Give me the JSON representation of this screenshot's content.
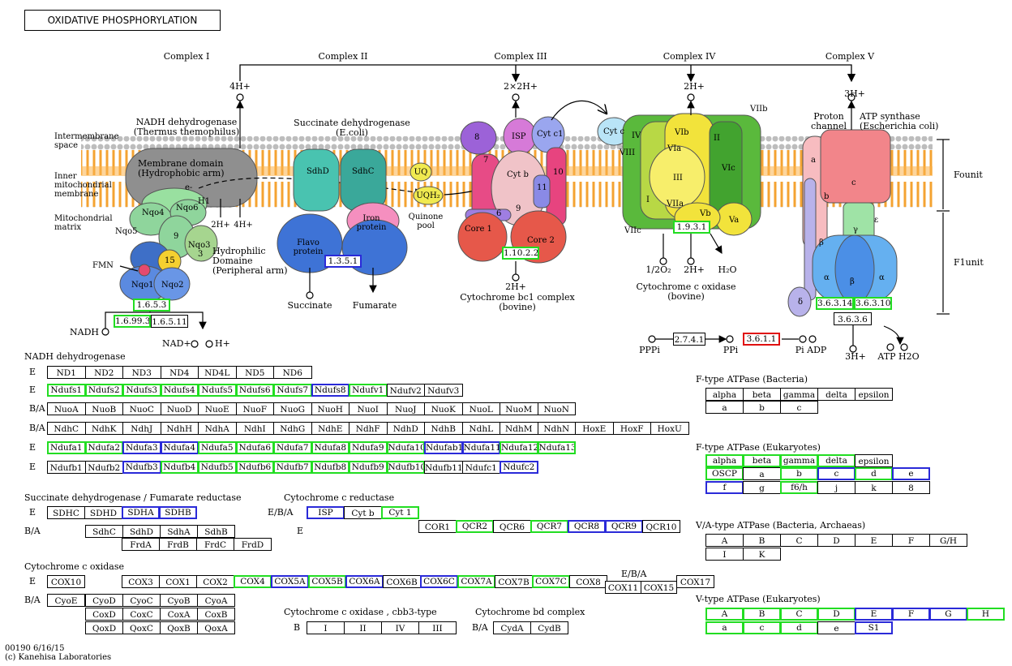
{
  "title": "OXIDATIVE PHOSPHORYLATION",
  "complexes": [
    "Complex I",
    "Complex II",
    "Complex III",
    "Complex IV",
    "Complex V"
  ],
  "membrane": {
    "intermembrane": "Intermembrane\nspace",
    "inner": "Inner\nmitochondrial\nmembrane",
    "matrix": "Mitochondrial\nmatrix"
  },
  "c1": {
    "name": "NADH dehydrogenase\n(Thermus themophilus)",
    "membrane_domain": "Membrane domain\n(Hydrophobic arm)",
    "hydrophilic": "Hydrophilic\nDomaine\n(Peripheral arm)",
    "proton_out": "4H+",
    "proton_in_a": "2H+",
    "proton_in_b": "4H+",
    "fmn": "FMN",
    "electron": "e-",
    "subunits": [
      "Nqo4",
      "Nqo6",
      "H1",
      "Nqo5",
      "9",
      "Nqo3",
      "15",
      "Nqo1",
      "Nqo2",
      "3"
    ],
    "nadh": "NADH",
    "nad": "NAD+",
    "h": "H+",
    "ecs": [
      "1.6.5.3",
      "1.6.99.3",
      "1.6.5.11"
    ]
  },
  "c2": {
    "name": "Succinate dehydrogenase\n(E.coli)",
    "subunits": [
      "SdhD",
      "SdhC",
      "Iron\nprotein",
      "Flavo\nprotein"
    ],
    "ec": "1.3.5.1",
    "succinate": "Succinate",
    "fumarate": "Fumarate",
    "uq": "UQ",
    "uqh2": "UQH₂",
    "quinone_pool": "Quinone\npool"
  },
  "c3": {
    "proton": "2×2H+",
    "proton_in": "2H+",
    "subunits": [
      "8",
      "ISP",
      "Cyt c1",
      "7",
      "Cyt b",
      "10",
      "11",
      "6",
      "9",
      "Core 1",
      "Core 2"
    ],
    "ec": "1.10.2.2",
    "name": "Cytochrome bc1 complex\n(bovine)"
  },
  "c4": {
    "cytc": "Cyt c",
    "proton": "2H+",
    "subunits": [
      "VIIb",
      "IV",
      "VIb",
      "II",
      "VIII",
      "VIa",
      "III",
      "VIc",
      "I",
      "VIIa",
      "Vb",
      "Va",
      "VIIc"
    ],
    "ec": "1.9.3.1",
    "o2": "1/2O₂",
    "h_in": "2H+",
    "h2o": "H₂O",
    "name": "Cytochrome c oxidase\n(bovine)"
  },
  "c5": {
    "proton": "3H+",
    "proton_channel": "Proton\nchannel",
    "name": "ATP synthase\n(Escherichia coli)",
    "subunits": [
      "a",
      "b",
      "c",
      "γ",
      "ε",
      "β",
      "α",
      "β",
      "α",
      "δ"
    ],
    "fo": "Founit",
    "f1": "F1unit",
    "ecs": [
      "3.6.3.14",
      "3.6.3.10",
      "3.6.3.6"
    ],
    "ppi_reaction_ecs": [
      "2.7.4.1",
      "3.6.1.1"
    ],
    "pppi": "PPPi",
    "ppi": "PPi",
    "pi_adp": "Pi ADP",
    "h_out": "3H+",
    "atp_h2o": "ATP H2O"
  },
  "tables": {
    "nadh_title": "NADH dehydrogenase",
    "nadh_rows": [
      {
        "tag": "E",
        "cells": [
          [
            "ND1",
            ""
          ],
          [
            "ND2",
            ""
          ],
          [
            "ND3",
            ""
          ],
          [
            "ND4",
            ""
          ],
          [
            "ND4L",
            ""
          ],
          [
            "ND5",
            ""
          ],
          [
            "ND6",
            ""
          ]
        ]
      },
      {
        "tag": "E",
        "cells": [
          [
            "Ndufs1",
            "g"
          ],
          [
            "Ndufs2",
            "g"
          ],
          [
            "Ndufs3",
            "g"
          ],
          [
            "Ndufs4",
            "g"
          ],
          [
            "Ndufs5",
            "g"
          ],
          [
            "Ndufs6",
            "g"
          ],
          [
            "Ndufs7",
            "g"
          ],
          [
            "Ndufs8",
            "b"
          ],
          [
            "Ndufv1",
            "g"
          ],
          [
            "Ndufv2",
            ""
          ],
          [
            "Ndufv3",
            ""
          ]
        ]
      },
      {
        "tag": "B/A",
        "cells": [
          [
            "NuoA",
            ""
          ],
          [
            "NuoB",
            ""
          ],
          [
            "NuoC",
            ""
          ],
          [
            "NuoD",
            ""
          ],
          [
            "NuoE",
            ""
          ],
          [
            "NuoF",
            ""
          ],
          [
            "NuoG",
            ""
          ],
          [
            "NuoH",
            ""
          ],
          [
            "NuoI",
            ""
          ],
          [
            "NuoJ",
            ""
          ],
          [
            "NuoK",
            ""
          ],
          [
            "NuoL",
            ""
          ],
          [
            "NuoM",
            ""
          ],
          [
            "NuoN",
            ""
          ]
        ]
      },
      {
        "tag": "B/A",
        "cells": [
          [
            "NdhC",
            ""
          ],
          [
            "NdhK",
            ""
          ],
          [
            "NdhJ",
            ""
          ],
          [
            "NdhH",
            ""
          ],
          [
            "NdhA",
            ""
          ],
          [
            "NdhI",
            ""
          ],
          [
            "NdhG",
            ""
          ],
          [
            "NdhE",
            ""
          ],
          [
            "NdhF",
            ""
          ],
          [
            "NdhD",
            ""
          ],
          [
            "NdhB",
            ""
          ],
          [
            "NdhL",
            ""
          ],
          [
            "NdhM",
            ""
          ],
          [
            "NdhN",
            ""
          ],
          [
            "HoxE",
            ""
          ],
          [
            "HoxF",
            ""
          ],
          [
            "HoxU",
            ""
          ]
        ]
      },
      {
        "tag": "E",
        "cells": [
          [
            "Ndufa1",
            "g"
          ],
          [
            "Ndufa2",
            "g"
          ],
          [
            "Ndufa3",
            "b"
          ],
          [
            "Ndufa4",
            "b"
          ],
          [
            "Ndufa5",
            "g"
          ],
          [
            "Ndufa6",
            "g"
          ],
          [
            "Ndufa7",
            "g"
          ],
          [
            "Ndufa8",
            "g"
          ],
          [
            "Ndufa9",
            "g"
          ],
          [
            "Ndufa10",
            "g"
          ],
          [
            "Ndufab1",
            "b"
          ],
          [
            "Ndufa11",
            "b"
          ],
          [
            "Ndufa12",
            "g"
          ],
          [
            "Ndufa13",
            "g"
          ]
        ]
      },
      {
        "tag": "E",
        "cells": [
          [
            "Ndufb1",
            ""
          ],
          [
            "Ndufb2",
            ""
          ],
          [
            "Ndufb3",
            "b"
          ],
          [
            "Ndufb4",
            "g"
          ],
          [
            "Ndufb5",
            "g"
          ],
          [
            "Ndufb6",
            "g"
          ],
          [
            "Ndufb7",
            "g"
          ],
          [
            "Ndufb8",
            "g"
          ],
          [
            "Ndufb9",
            "g"
          ],
          [
            "Ndufb10",
            "g"
          ],
          [
            "Ndufb11",
            ""
          ],
          [
            "Ndufc1",
            ""
          ],
          [
            "Ndufc2",
            "b"
          ]
        ]
      }
    ],
    "sdh_title": "Succinate dehydrogenase / Fumarate reductase",
    "sdh_rows": [
      {
        "tag": "E",
        "cells": [
          [
            "SDHC",
            ""
          ],
          [
            "SDHD",
            ""
          ],
          [
            "SDHA",
            "b"
          ],
          [
            "SDHB",
            "b"
          ]
        ]
      },
      {
        "tag": "B/A",
        "cells": [
          [
            "SdhC",
            ""
          ],
          [
            "SdhD",
            ""
          ],
          [
            "SdhA",
            ""
          ],
          [
            "SdhB",
            ""
          ]
        ]
      },
      {
        "tag": "",
        "cells": [
          [
            "FrdA",
            ""
          ],
          [
            "FrdB",
            ""
          ],
          [
            "FrdC",
            ""
          ],
          [
            "FrdD",
            ""
          ]
        ]
      }
    ],
    "cytc_title": "Cytochrome c reductase",
    "cytc_tags": [
      "E/B/A",
      "E"
    ],
    "cytc_row1": [
      [
        "ISP",
        "b"
      ],
      [
        "Cyt b",
        ""
      ],
      [
        "Cyt 1",
        "g"
      ]
    ],
    "cytc_row2": [
      [
        "COR1",
        ""
      ],
      [
        "QCR2",
        "g"
      ],
      [
        "QCR6",
        ""
      ],
      [
        "QCR7",
        "g"
      ],
      [
        "QCR8",
        "b"
      ],
      [
        "QCR9",
        "b"
      ],
      [
        "QCR10",
        ""
      ]
    ],
    "cox_title": "Cytochrome c oxidase",
    "cox_tags": [
      "E",
      "B/A",
      "E/B/A"
    ],
    "cox_e_first": [
      [
        "COX10",
        ""
      ]
    ],
    "cox_e_row": [
      [
        "COX3",
        ""
      ],
      [
        "COX1",
        ""
      ],
      [
        "COX2",
        ""
      ],
      [
        "COX4",
        "g"
      ],
      [
        "COX5A",
        "b"
      ],
      [
        "COX5B",
        "g"
      ],
      [
        "COX6A",
        "b"
      ],
      [
        "COX6B",
        ""
      ],
      [
        "COX6C",
        "b"
      ],
      [
        "COX7A",
        "g"
      ],
      [
        "COX7B",
        ""
      ],
      [
        "COX7C",
        "g"
      ],
      [
        "COX8",
        ""
      ]
    ],
    "cox_eba": [
      [
        "COX11",
        ""
      ],
      [
        "COX15",
        ""
      ]
    ],
    "cox_17": [
      [
        "COX17",
        ""
      ]
    ],
    "cox_ba_first": [
      [
        "CyoE",
        ""
      ]
    ],
    "cox_ba_grid": [
      [
        [
          "CyoD",
          ""
        ],
        [
          "CyoC",
          ""
        ],
        [
          "CyoB",
          ""
        ],
        [
          "CyoA",
          ""
        ]
      ],
      [
        [
          "CoxD",
          ""
        ],
        [
          "CoxC",
          ""
        ],
        [
          "CoxA",
          ""
        ],
        [
          "CoxB",
          ""
        ]
      ],
      [
        [
          "QoxD",
          ""
        ],
        [
          "QoxC",
          ""
        ],
        [
          "QoxB",
          ""
        ],
        [
          "QoxA",
          ""
        ]
      ]
    ],
    "cbb3_title": "Cytochrome c oxidase , cbb3-type",
    "cbb3_tag": "B",
    "cbb3": [
      [
        "I",
        ""
      ],
      [
        "II",
        ""
      ],
      [
        "IV",
        ""
      ],
      [
        "III",
        ""
      ]
    ],
    "bd_title": "Cytochrome bd complex",
    "bd_tag": "B/A",
    "bd": [
      [
        "CydA",
        ""
      ],
      [
        "CydB",
        ""
      ]
    ],
    "ftype_bact_title": "F-type ATPase (Bacteria)",
    "ftype_bact": [
      [
        [
          "alpha",
          ""
        ],
        [
          "beta",
          ""
        ],
        [
          "gamma",
          ""
        ],
        [
          "delta",
          ""
        ],
        [
          "epsilon",
          ""
        ]
      ],
      [
        [
          "a",
          ""
        ],
        [
          "b",
          ""
        ],
        [
          "c",
          ""
        ]
      ]
    ],
    "ftype_euk_title": "F-type ATPase (Eukaryotes)",
    "ftype_euk": [
      [
        [
          "alpha",
          "g"
        ],
        [
          "beta",
          "g"
        ],
        [
          "gamma",
          "g"
        ],
        [
          "delta",
          "g"
        ],
        [
          "epsilon",
          ""
        ]
      ],
      [
        [
          "OSCP",
          "g"
        ],
        [
          "a",
          ""
        ],
        [
          "b",
          "g"
        ],
        [
          "c",
          "b"
        ],
        [
          "d",
          "g"
        ],
        [
          "e",
          "b"
        ]
      ],
      [
        [
          "f",
          "b"
        ],
        [
          "g",
          ""
        ],
        [
          "f6/h",
          "g"
        ],
        [
          "j",
          ""
        ],
        [
          "k",
          ""
        ],
        [
          "8",
          ""
        ]
      ]
    ],
    "va_title": "V/A-type ATPase (Bacteria, Archaeas)",
    "va": [
      [
        [
          "A",
          ""
        ],
        [
          "B",
          ""
        ],
        [
          "C",
          ""
        ],
        [
          "D",
          ""
        ],
        [
          "E",
          ""
        ],
        [
          "F",
          ""
        ],
        [
          "G/H",
          ""
        ]
      ],
      [
        [
          "I",
          ""
        ],
        [
          "K",
          ""
        ]
      ]
    ],
    "vtype_title": "V-type ATPase (Eukaryotes)",
    "vtype": [
      [
        [
          "A",
          "g"
        ],
        [
          "B",
          "g"
        ],
        [
          "C",
          "g"
        ],
        [
          "D",
          "g"
        ],
        [
          "E",
          "b"
        ],
        [
          "F",
          "b"
        ],
        [
          "G",
          "b"
        ],
        [
          "H",
          "g"
        ]
      ],
      [
        [
          "a",
          "g"
        ],
        [
          "c",
          "g"
        ],
        [
          "d",
          "g"
        ],
        [
          "e",
          ""
        ],
        [
          "S1",
          "b"
        ]
      ]
    ]
  },
  "footer": "00190 6/16/15\n(c) Kanehisa Laboratories"
}
